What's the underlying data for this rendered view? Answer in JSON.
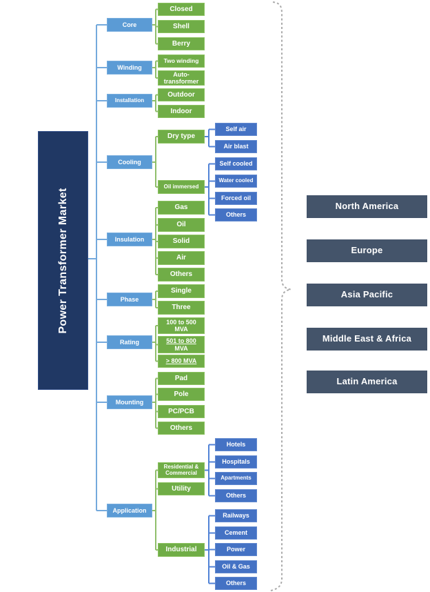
{
  "tree": {
    "root": "Power Transformer Market",
    "branches": [
      {
        "label": "Core",
        "children": [
          {
            "label": "Closed"
          },
          {
            "label": "Shell"
          },
          {
            "label": "Berry"
          }
        ]
      },
      {
        "label": "Winding",
        "children": [
          {
            "label": "Two winding"
          },
          {
            "label": "Auto-transformer"
          }
        ]
      },
      {
        "label": "Installation",
        "children": [
          {
            "label": "Outdoor"
          },
          {
            "label": "Indoor"
          }
        ]
      },
      {
        "label": "Cooling",
        "children": [
          {
            "label": "Dry type",
            "children": [
              {
                "label": "Self air"
              },
              {
                "label": "Air blast"
              }
            ]
          },
          {
            "label": "Oil immersed",
            "children": [
              {
                "label": "Self cooled"
              },
              {
                "label": "Water cooled"
              },
              {
                "label": "Forced oil"
              },
              {
                "label": "Others"
              }
            ]
          }
        ]
      },
      {
        "label": "Insulation",
        "children": [
          {
            "label": "Gas"
          },
          {
            "label": "Oil"
          },
          {
            "label": "Solid"
          },
          {
            "label": "Air"
          },
          {
            "label": "Others"
          }
        ]
      },
      {
        "label": "Phase",
        "children": [
          {
            "label": "Single"
          },
          {
            "label": "Three"
          }
        ]
      },
      {
        "label": "Rating",
        "children": [
          {
            "line1": "100 to 500",
            "line2": "MVA",
            "underlined": false
          },
          {
            "line1": "501 to 800",
            "line2": "MVA",
            "underlined": true
          },
          {
            "line1": "> 800 MVA",
            "underlined": true
          }
        ]
      },
      {
        "label": "Mounting",
        "children": [
          {
            "label": "Pad"
          },
          {
            "label": "Pole"
          },
          {
            "label": "PC/PCB"
          },
          {
            "label": "Others"
          }
        ]
      },
      {
        "label": "Application",
        "children": [
          {
            "label": "Residential & Commercial",
            "children": [
              {
                "label": "Hotels"
              },
              {
                "label": "Hospitals"
              },
              {
                "label": "Apartments"
              },
              {
                "label": "Others"
              }
            ]
          },
          {
            "label": "Utility"
          },
          {
            "label": "Industrial",
            "children": [
              {
                "label": "Railways"
              },
              {
                "label": "Cement"
              },
              {
                "label": "Power"
              },
              {
                "label": "Oil & Gas"
              },
              {
                "label": "Others"
              }
            ]
          }
        ]
      }
    ]
  },
  "regions": [
    {
      "label": "North America"
    },
    {
      "label": "Europe"
    },
    {
      "label": "Asia Pacific"
    },
    {
      "label": "Middle East & Africa"
    },
    {
      "label": "Latin America"
    }
  ],
  "colors": {
    "root_bg": "#203864",
    "category_bg": "#5b9bd5",
    "segment_bg": "#70ad47",
    "leaf_bg": "#4472c4",
    "region_bg": "#44546a",
    "connector_blue": "#74a9dc",
    "connector_green": "#8fbe6a",
    "connector_leaf": "#5082d6",
    "brace": "#ababab",
    "text": "#ffffff"
  }
}
